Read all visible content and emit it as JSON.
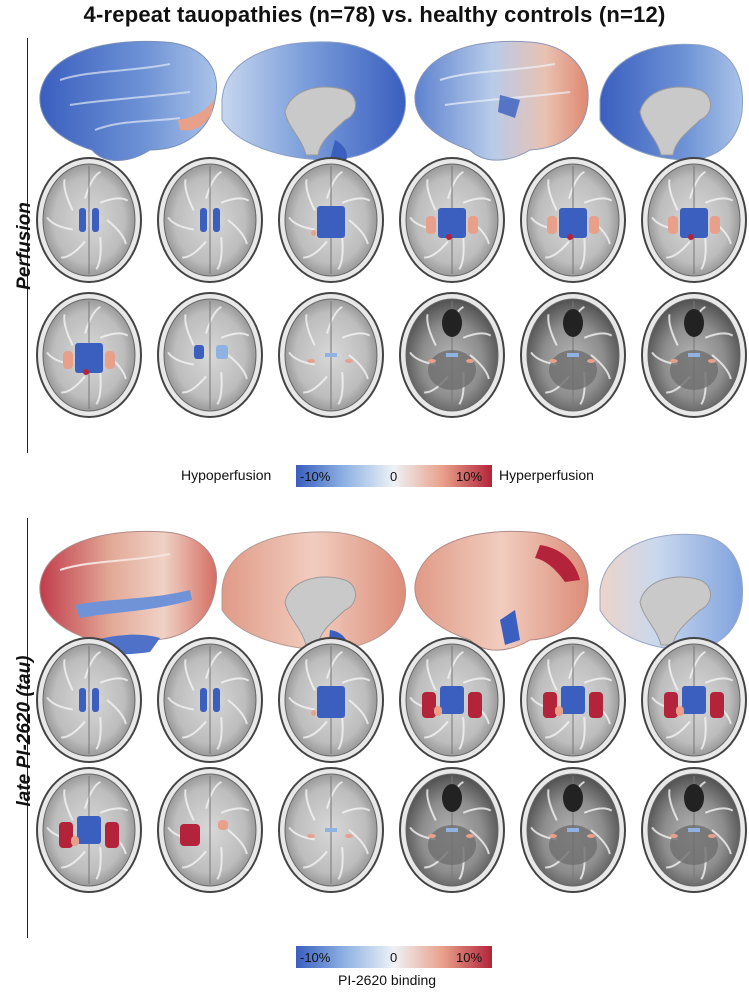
{
  "title": "4-repeat tauopathies (n=78) vs. healthy controls (n=12)",
  "panels": [
    {
      "label": "Perfusion",
      "colorbar": {
        "left_label": "Hypoperfusion",
        "right_label": "Hyperperfusion",
        "tick_min": "-10%",
        "tick_mid": "0",
        "tick_max": "10%",
        "bottom_label": ""
      },
      "surface_tone": [
        "mostly-hypo",
        "mostly-hypo",
        "mixed",
        "mostly-hypo"
      ],
      "slice_rows": [
        [
          "hypo-ventricles",
          "hypo-ventricles",
          "hypo-basal",
          "mixed-basal",
          "mixed-basal",
          "mixed-basal"
        ],
        [
          "mixed-basal",
          "hypo-thalamus",
          "faint",
          "faint",
          "faint",
          "faint"
        ]
      ]
    },
    {
      "label": "late PI-2620 (tau)",
      "colorbar": {
        "left_label": "",
        "right_label": "",
        "tick_min": "-10%",
        "tick_mid": "0",
        "tick_max": "10%",
        "bottom_label": "PI-2620 binding"
      },
      "surface_tone": [
        "mostly-hyper",
        "mostly-hyper",
        "mostly-hyper",
        "mixed"
      ],
      "slice_rows": [
        [
          "hypo-ventricles",
          "hypo-ventricles",
          "hypo-basal",
          "hyper-basal",
          "hyper-basal",
          "hyper-basal"
        ],
        [
          "hyper-basal",
          "hyper-left",
          "faint",
          "faint",
          "faint",
          "faint"
        ]
      ]
    }
  ],
  "colors": {
    "hypo": "#3a5fbf",
    "hypo_light": "#8fb2e3",
    "neutral": "#e9edf2",
    "hyper_light": "#e8a08a",
    "hyper": "#b3243a"
  }
}
